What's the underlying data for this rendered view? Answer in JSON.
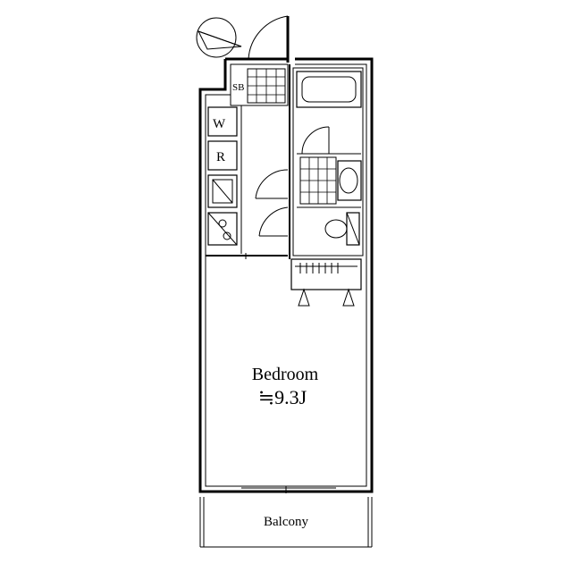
{
  "labels": {
    "sb": "SB",
    "w": "W",
    "r": "R",
    "bedroom": "Bedroom",
    "bedroom_area": "≒9.3J",
    "balcony": "Balcony"
  },
  "icons": {
    "north": "north-arrow-icon"
  }
}
